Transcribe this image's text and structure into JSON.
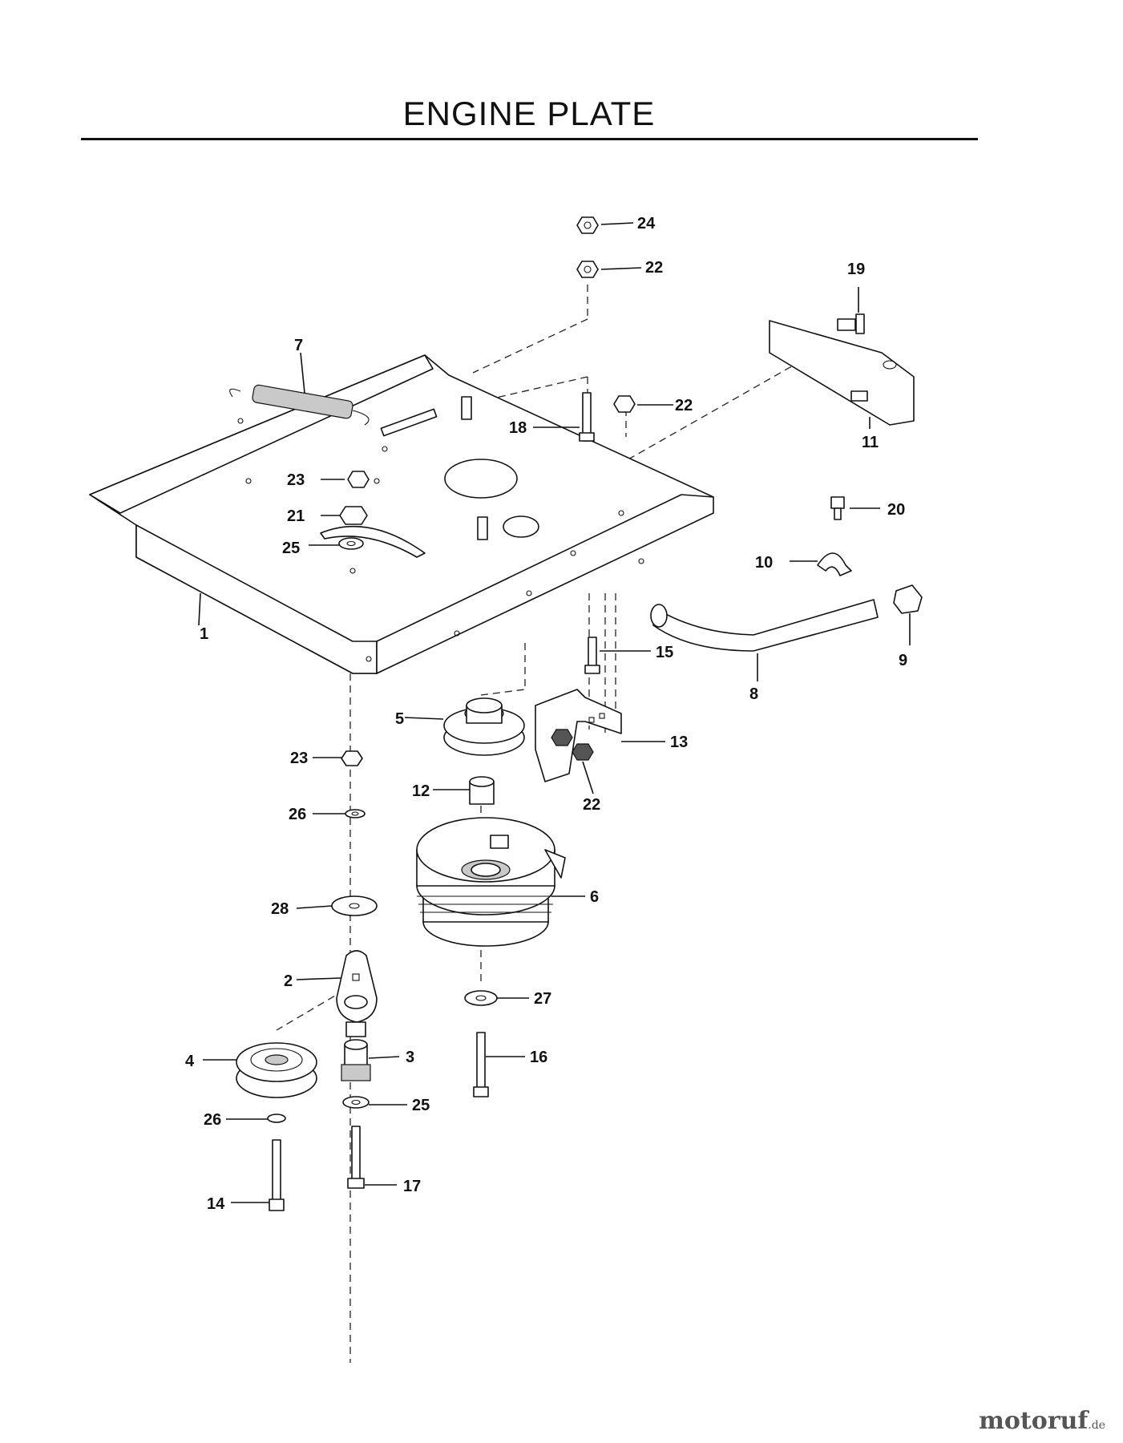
{
  "title": "ENGINE PLATE",
  "callouts": {
    "c1": "1",
    "c2": "2",
    "c3": "3",
    "c4": "4",
    "c5": "5",
    "c6": "6",
    "c7": "7",
    "c8": "8",
    "c9": "9",
    "c10": "10",
    "c11": "11",
    "c12": "12",
    "c13": "13",
    "c14": "14",
    "c15": "15",
    "c16": "16",
    "c17": "17",
    "c18": "18",
    "c19": "19",
    "c20": "20",
    "c21": "21",
    "c22a": "22",
    "c22b": "22",
    "c22c": "22",
    "c23a": "23",
    "c23b": "23",
    "c24": "24",
    "c25a": "25",
    "c25b": "25",
    "c26a": "26",
    "c26b": "26",
    "c27": "27",
    "c28": "28"
  },
  "watermark": {
    "brand": "motoruf",
    "suffix": ".de"
  }
}
